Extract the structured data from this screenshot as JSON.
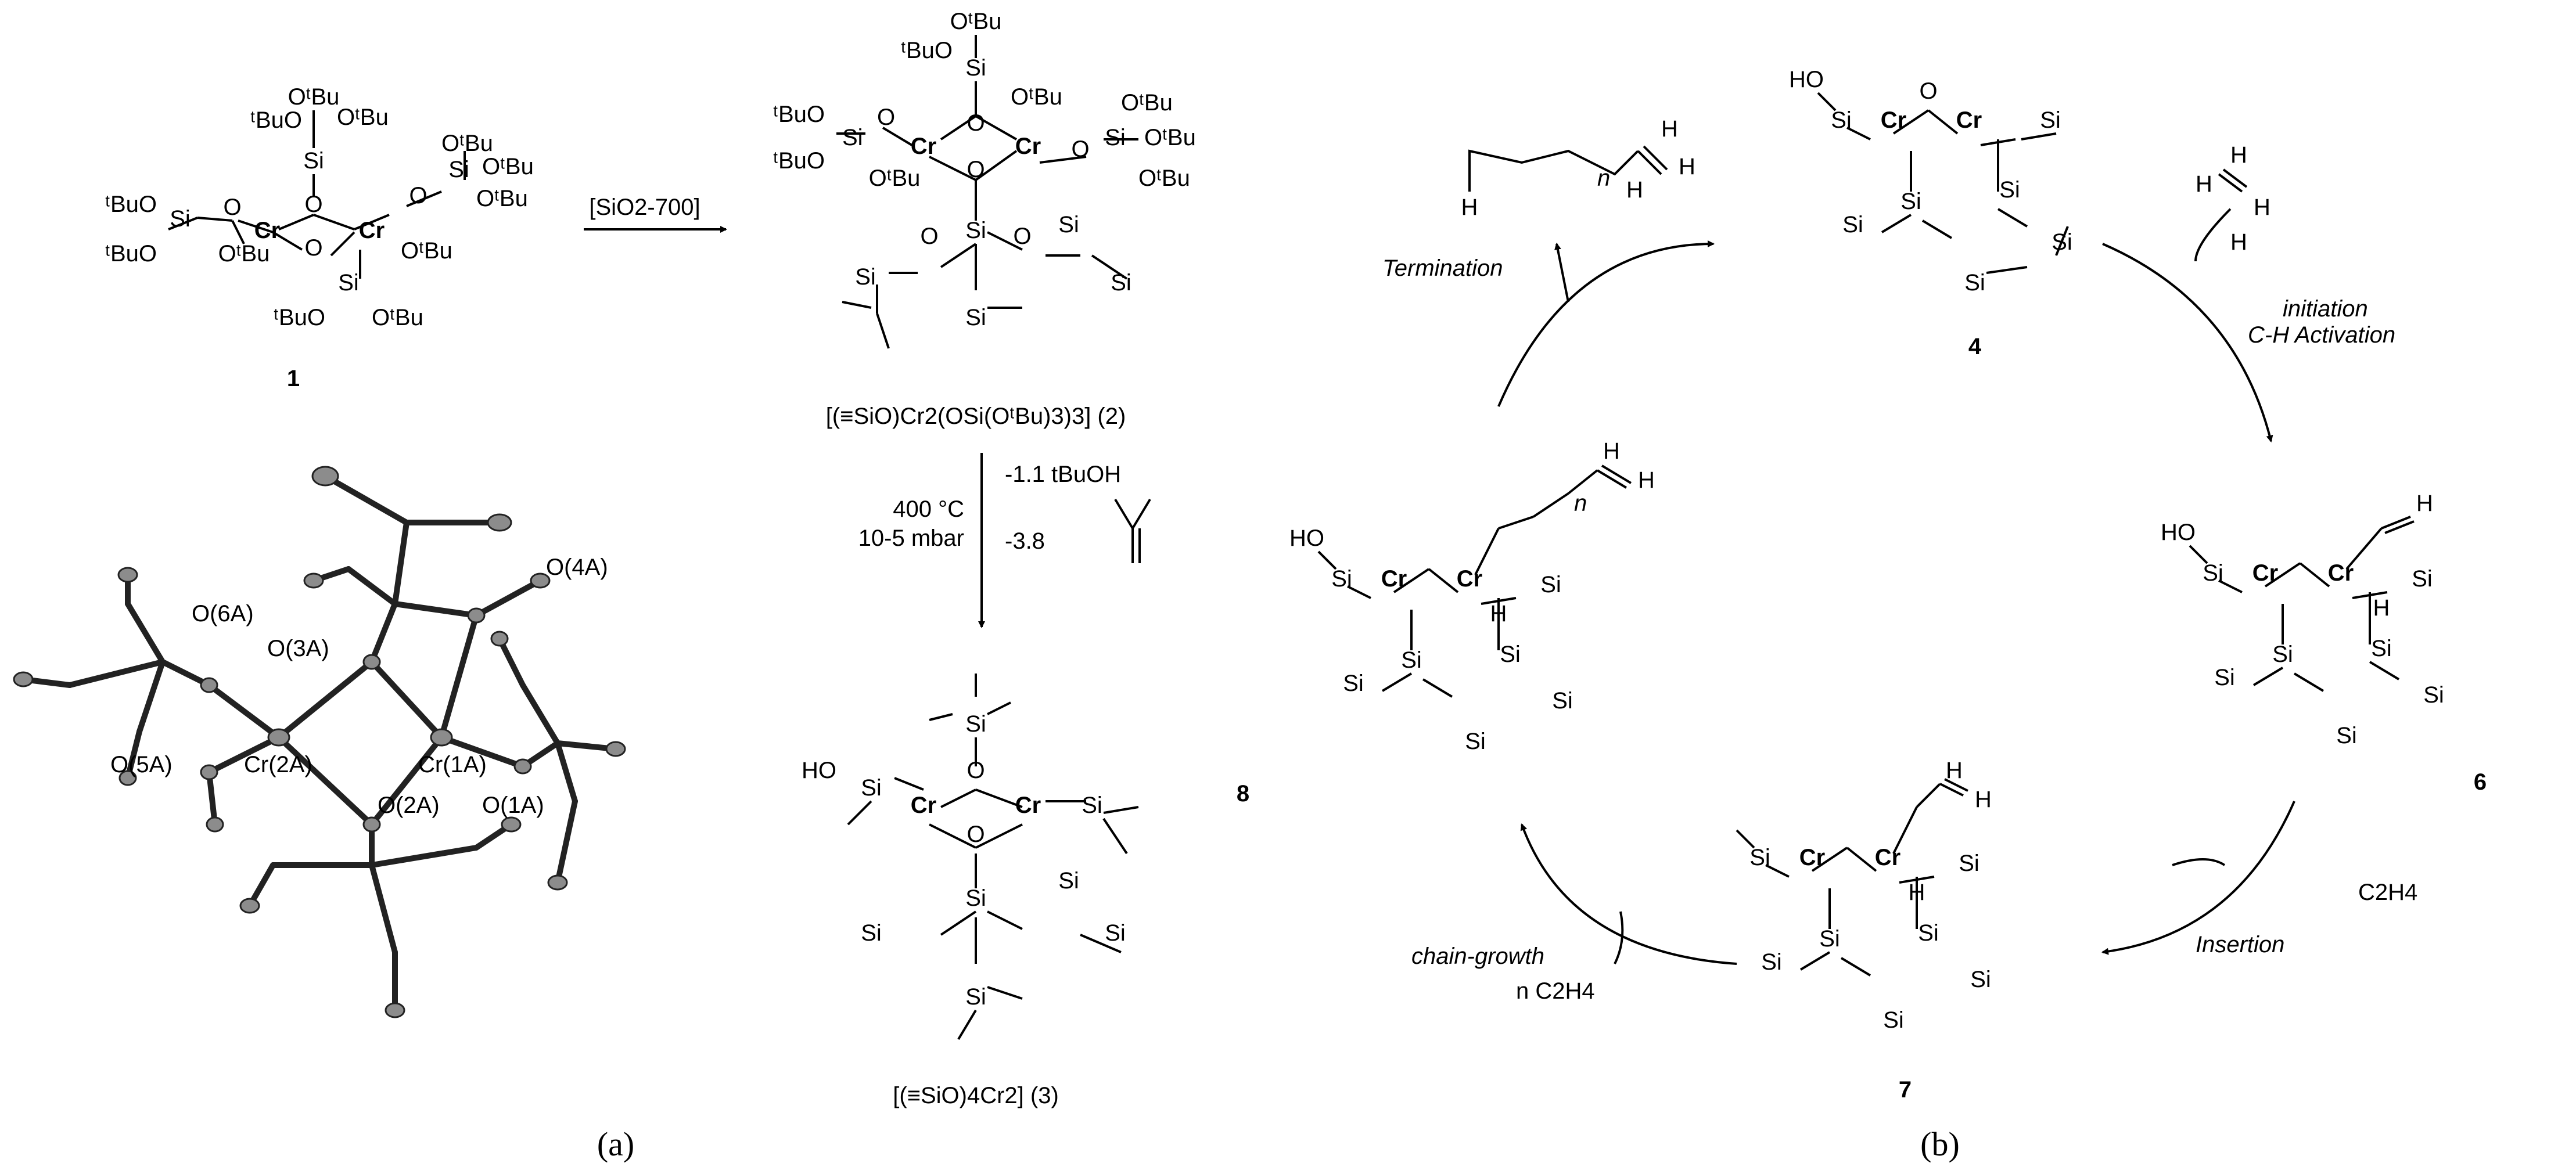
{
  "panel_a": {
    "caption": "(a)",
    "compound_1": {
      "number": "1",
      "atoms": {
        "Cr": "Cr",
        "Si": "Si",
        "O": "O"
      },
      "groups": {
        "otbu": "OᵗBu",
        "tbuo": "ᵗBuO"
      }
    },
    "reaction_arrow_label": "[SiO2-700]",
    "compound_2": {
      "formula": "[(≡SiO)Cr2(OSi(OᵗBu)3)3] (2)"
    },
    "conditions": {
      "temperature": "400 °C",
      "pressure": "10-5 mbar",
      "byproduct_1": "-1.1 tBuOH",
      "byproduct_2": "-3.8"
    },
    "compound_3": {
      "formula": "[(≡SiO)4Cr2] (3)",
      "hydroxyl": "HO"
    },
    "ortep_labels": {
      "o4a": "O(4A)",
      "o6a": "O(6A)",
      "o3a": "O(3A)",
      "o5a": "O(5A)",
      "cr2a": "Cr(2A)",
      "cr1a": "Cr(1A)",
      "o2a": "O(2A)",
      "o1a": "O(1A)"
    }
  },
  "panel_b": {
    "caption": "(b)",
    "species": {
      "s4": "4",
      "s6": "6",
      "s7": "7",
      "s8": "8"
    },
    "steps": {
      "termination": "Termination",
      "initiation_1": "initiation",
      "initiation_2": "C-H Activation",
      "insertion": "Insertion",
      "insertion_reagent": "C2H4",
      "chain_growth": "chain-growth",
      "chain_growth_reagent": "n C2H4"
    },
    "hydrogen": "H",
    "chain_index": "n",
    "hydroxyl": "HO"
  }
}
